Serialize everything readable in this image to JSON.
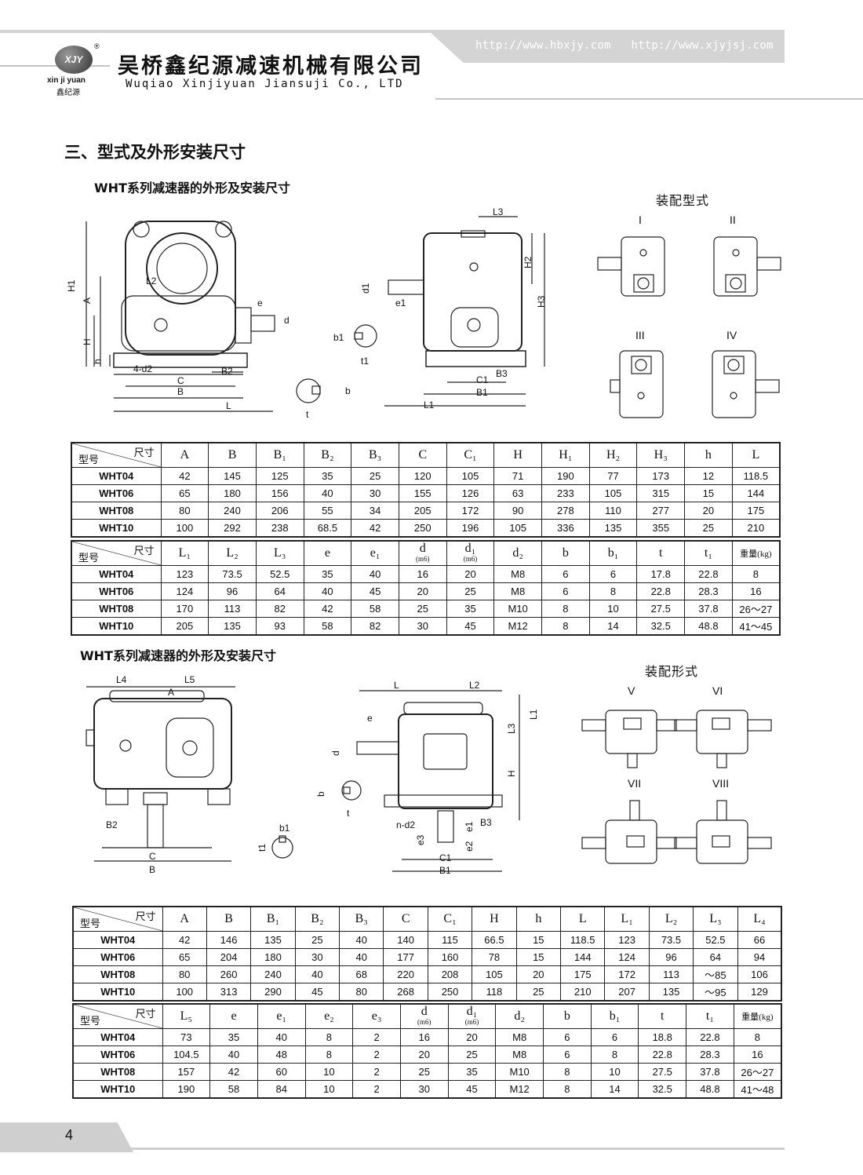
{
  "header": {
    "company_cn": "吴桥鑫纪源减速机械有限公司",
    "company_en": "Wuqiao Xinjiyuan Jiansuji Co., LTD",
    "logo_text": "XJY",
    "logo_en": "xin ji yuan",
    "logo_cn": "鑫纪源",
    "registered_mark": "®",
    "url1": "http://www.hbxjy.com",
    "url2": "http://www.xjyjsj.com"
  },
  "section_title": "三、型式及外形安装尺寸",
  "part1": {
    "subtitle": "WHT系列减速器的外形及安装尺寸",
    "assembly_title": "装配型式",
    "assembly_labels": [
      "I",
      "II",
      "III",
      "IV"
    ],
    "dims": {
      "H1": "H1",
      "A": "A",
      "H": "H",
      "h": "h",
      "L2": "L2",
      "d2": "4-d2",
      "C": "C",
      "B": "B",
      "B2": "B2",
      "L": "L",
      "e": "e",
      "d": "d",
      "L3": "L3",
      "H2": "H2",
      "H3": "H3",
      "d1": "d1",
      "e1": "e1",
      "b1": "b1",
      "t1": "t1",
      "b": "b",
      "t": "t",
      "B3": "B3",
      "C1": "C1",
      "B1": "B1",
      "L1": "L1"
    },
    "table1": {
      "corner_top": "尺寸",
      "corner_bottom": "型号",
      "headers": [
        "A",
        "B",
        "B₁",
        "B₂",
        "B₃",
        "C",
        "C₁",
        "H",
        "H₁",
        "H₂",
        "H₃",
        "h",
        "L"
      ],
      "rows": [
        {
          "model": "WHT04",
          "values": [
            "42",
            "145",
            "125",
            "35",
            "25",
            "120",
            "105",
            "71",
            "190",
            "77",
            "173",
            "12",
            "118.5"
          ]
        },
        {
          "model": "WHT06",
          "values": [
            "65",
            "180",
            "156",
            "40",
            "30",
            "155",
            "126",
            "63",
            "233",
            "105",
            "315",
            "15",
            "144"
          ]
        },
        {
          "model": "WHT08",
          "values": [
            "80",
            "240",
            "206",
            "55",
            "34",
            "205",
            "172",
            "90",
            "278",
            "110",
            "277",
            "20",
            "175"
          ]
        },
        {
          "model": "WHT10",
          "values": [
            "100",
            "292",
            "238",
            "68.5",
            "42",
            "250",
            "196",
            "105",
            "336",
            "135",
            "355",
            "25",
            "210"
          ]
        }
      ]
    },
    "table2": {
      "corner_top": "尺寸",
      "corner_bottom": "型号",
      "headers": [
        "L₁",
        "L₂",
        "L₃",
        "e",
        "e₁",
        "d",
        "d₁",
        "d₂",
        "b",
        "b₁",
        "t",
        "t₁",
        "重量(kg)"
      ],
      "header_subs": [
        "",
        "",
        "",
        "",
        "",
        "(m6)",
        "(m6)",
        "",
        "",
        "",
        "",
        "",
        ""
      ],
      "rows": [
        {
          "model": "WHT04",
          "values": [
            "123",
            "73.5",
            "52.5",
            "35",
            "40",
            "16",
            "20",
            "M8",
            "6",
            "6",
            "17.8",
            "22.8",
            "8"
          ]
        },
        {
          "model": "WHT06",
          "values": [
            "124",
            "96",
            "64",
            "40",
            "45",
            "20",
            "25",
            "M8",
            "6",
            "8",
            "22.8",
            "28.3",
            "16"
          ]
        },
        {
          "model": "WHT08",
          "values": [
            "170",
            "113",
            "82",
            "42",
            "58",
            "25",
            "35",
            "M10",
            "8",
            "10",
            "27.5",
            "37.8",
            "26～27"
          ]
        },
        {
          "model": "WHT10",
          "values": [
            "205",
            "135",
            "93",
            "58",
            "82",
            "30",
            "45",
            "M12",
            "8",
            "14",
            "32.5",
            "48.8",
            "41～45"
          ]
        }
      ]
    }
  },
  "part2": {
    "subtitle": "WHT系列减速器的外形及安装尺寸",
    "assembly_title": "装配形式",
    "assembly_labels": [
      "V",
      "VI",
      "VII",
      "VIII"
    ],
    "dims": {
      "L4": "L4",
      "L5": "L5",
      "A": "A",
      "B2": "B2",
      "C": "C",
      "B": "B",
      "b1": "b1",
      "t1": "t1",
      "b": "b",
      "t": "t",
      "L": "L",
      "L2": "L2",
      "e": "e",
      "d": "d",
      "L1": "L1",
      "L3": "L3",
      "H": "H",
      "nd2": "n-d2",
      "e1": "e1",
      "e2": "e2",
      "e3": "e3",
      "B3": "B3",
      "C1": "C1",
      "B1": "B1"
    },
    "table3": {
      "corner_top": "尺寸",
      "corner_bottom": "型号",
      "headers": [
        "A",
        "B",
        "B₁",
        "B₂",
        "B₃",
        "C",
        "C₁",
        "H",
        "h",
        "L",
        "L₁",
        "L₂",
        "L₃",
        "L₄"
      ],
      "rows": [
        {
          "model": "WHT04",
          "values": [
            "42",
            "146",
            "135",
            "25",
            "40",
            "140",
            "115",
            "66.5",
            "15",
            "118.5",
            "123",
            "73.5",
            "52.5",
            "66"
          ]
        },
        {
          "model": "WHT06",
          "values": [
            "65",
            "204",
            "180",
            "30",
            "40",
            "177",
            "160",
            "78",
            "15",
            "144",
            "124",
            "96",
            "64",
            "94"
          ]
        },
        {
          "model": "WHT08",
          "values": [
            "80",
            "260",
            "240",
            "40",
            "68",
            "220",
            "208",
            "105",
            "20",
            "175",
            "172",
            "113",
            "～85",
            "106"
          ]
        },
        {
          "model": "WHT10",
          "values": [
            "100",
            "313",
            "290",
            "45",
            "80",
            "268",
            "250",
            "118",
            "25",
            "210",
            "207",
            "135",
            "～95",
            "129"
          ]
        }
      ]
    },
    "table4": {
      "corner_top": "尺寸",
      "corner_bottom": "型号",
      "headers": [
        "L₅",
        "e",
        "e₁",
        "e₂",
        "e₃",
        "d",
        "d₁",
        "d₂",
        "b",
        "b₁",
        "t",
        "t₁",
        "重量(kg)"
      ],
      "header_subs": [
        "",
        "",
        "",
        "",
        "",
        "(m6)",
        "(m6)",
        "",
        "",
        "",
        "",
        "",
        ""
      ],
      "rows": [
        {
          "model": "WHT04",
          "values": [
            "73",
            "35",
            "40",
            "8",
            "2",
            "16",
            "20",
            "M8",
            "6",
            "6",
            "18.8",
            "22.8",
            "8"
          ]
        },
        {
          "model": "WHT06",
          "values": [
            "104.5",
            "40",
            "48",
            "8",
            "2",
            "20",
            "25",
            "M8",
            "6",
            "8",
            "22.8",
            "28.3",
            "16"
          ]
        },
        {
          "model": "WHT08",
          "values": [
            "157",
            "42",
            "60",
            "10",
            "2",
            "25",
            "35",
            "M10",
            "8",
            "10",
            "27.5",
            "37.8",
            "26～27"
          ]
        },
        {
          "model": "WHT10",
          "values": [
            "190",
            "58",
            "84",
            "10",
            "2",
            "30",
            "45",
            "M12",
            "8",
            "14",
            "32.5",
            "48.8",
            "41～48"
          ]
        }
      ]
    }
  },
  "page_number": "4"
}
